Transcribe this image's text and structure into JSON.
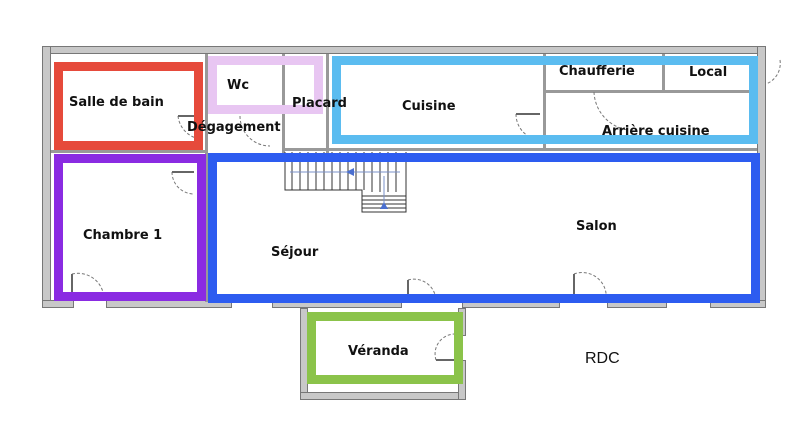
{
  "title": "RDC",
  "rooms": {
    "salle_de_bain": {
      "label": "Salle de bain",
      "color": "#e64a3b"
    },
    "wc": {
      "label": "Wc",
      "color": "#e8c6f2"
    },
    "placard": {
      "label": "Placard"
    },
    "degagement": {
      "label": "Dégagement"
    },
    "cuisine": {
      "label": "Cuisine",
      "color": "#5bbcf0"
    },
    "chaufferie": {
      "label": "Chaufferie"
    },
    "local": {
      "label": "Local"
    },
    "arriere_cuisine": {
      "label": "Arrière cuisine"
    },
    "chambre_1": {
      "label": "Chambre 1",
      "color": "#8a2be2"
    },
    "sejour": {
      "label": "Séjour",
      "color": "#2d5cf0"
    },
    "salon": {
      "label": "Salon"
    },
    "veranda": {
      "label": "Véranda",
      "color": "#8bc34a"
    }
  }
}
